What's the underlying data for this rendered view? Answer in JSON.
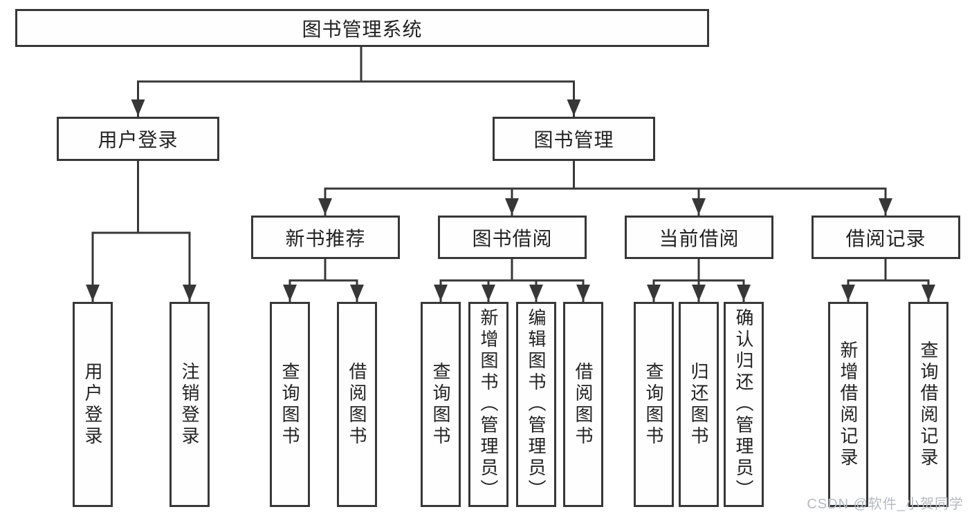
{
  "root": {
    "label": "图书管理系统"
  },
  "level2": {
    "user_login": {
      "label": "用户登录"
    },
    "book_mgmt": {
      "label": "图书管理"
    }
  },
  "level3": {
    "new_books": {
      "label": "新书推荐"
    },
    "book_borrow": {
      "label": "图书借阅"
    },
    "current_borrow": {
      "label": "当前借阅"
    },
    "borrow_records": {
      "label": "借阅记录"
    }
  },
  "leaves": {
    "user_login": [
      "用户登录",
      "注销登录"
    ],
    "new_books": [
      "查询图书",
      "借阅图书"
    ],
    "book_borrow": [
      "查询图书",
      "新增图书（管理员）",
      "编辑图书（管理员）",
      "借阅图书"
    ],
    "current_borrow": [
      "查询图书",
      "归还图书",
      "确认归还（管理员）"
    ],
    "borrow_records": [
      "新增借阅记录",
      "查询借阅记录"
    ]
  },
  "watermark": {
    "text": "CSDN @软件_小贺同学"
  },
  "colors": {
    "line": "#373737",
    "text": "#222222",
    "box_background": "#fefefe",
    "watermark": "#b6bac0",
    "page_background": "#ffffff"
  }
}
